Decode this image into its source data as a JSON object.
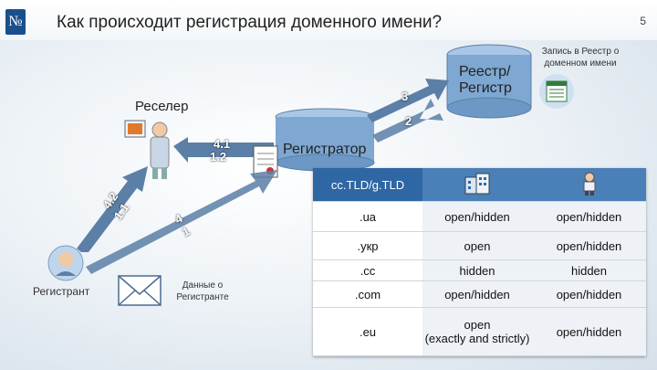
{
  "slide": {
    "logo": "№",
    "title": "Как происходит регистрация доменного имени?",
    "page_number": "5"
  },
  "nodes": {
    "registry": "Реестр/\nРегистр",
    "registry_note": "Запись в Реестр о доменном имени",
    "registrar": "Регистратор",
    "reseller": "Реселер",
    "registrant": "Регистрант",
    "registrant_data": "Данные о Регистранте"
  },
  "steps": {
    "s3": "3",
    "s2": "2",
    "s41": "4.1",
    "s12": "1.2",
    "s42": "4.2",
    "s11": "1.1",
    "s4": "4",
    "s1": "1"
  },
  "table": {
    "header": "cc.TLD/g.TLD",
    "header_icons": [
      "organization-building-icon",
      "person-icon"
    ],
    "rows": [
      {
        "tld": ".ua",
        "org": "open/hidden",
        "person": "open/hidden"
      },
      {
        "tld": ".укр",
        "org": "open",
        "person": "open/hidden"
      },
      {
        "tld": ".cc",
        "org": "hidden",
        "person": "hidden"
      },
      {
        "tld": ".com",
        "org": "open/hidden",
        "person": "open/hidden"
      },
      {
        "tld": ".eu",
        "org": "open\n(exactly and strictly)",
        "person": "open/hidden"
      }
    ]
  },
  "colors": {
    "arrow": "#5b7fa6",
    "database": "#7ea7d2",
    "table_header": "#4a7fb7"
  }
}
